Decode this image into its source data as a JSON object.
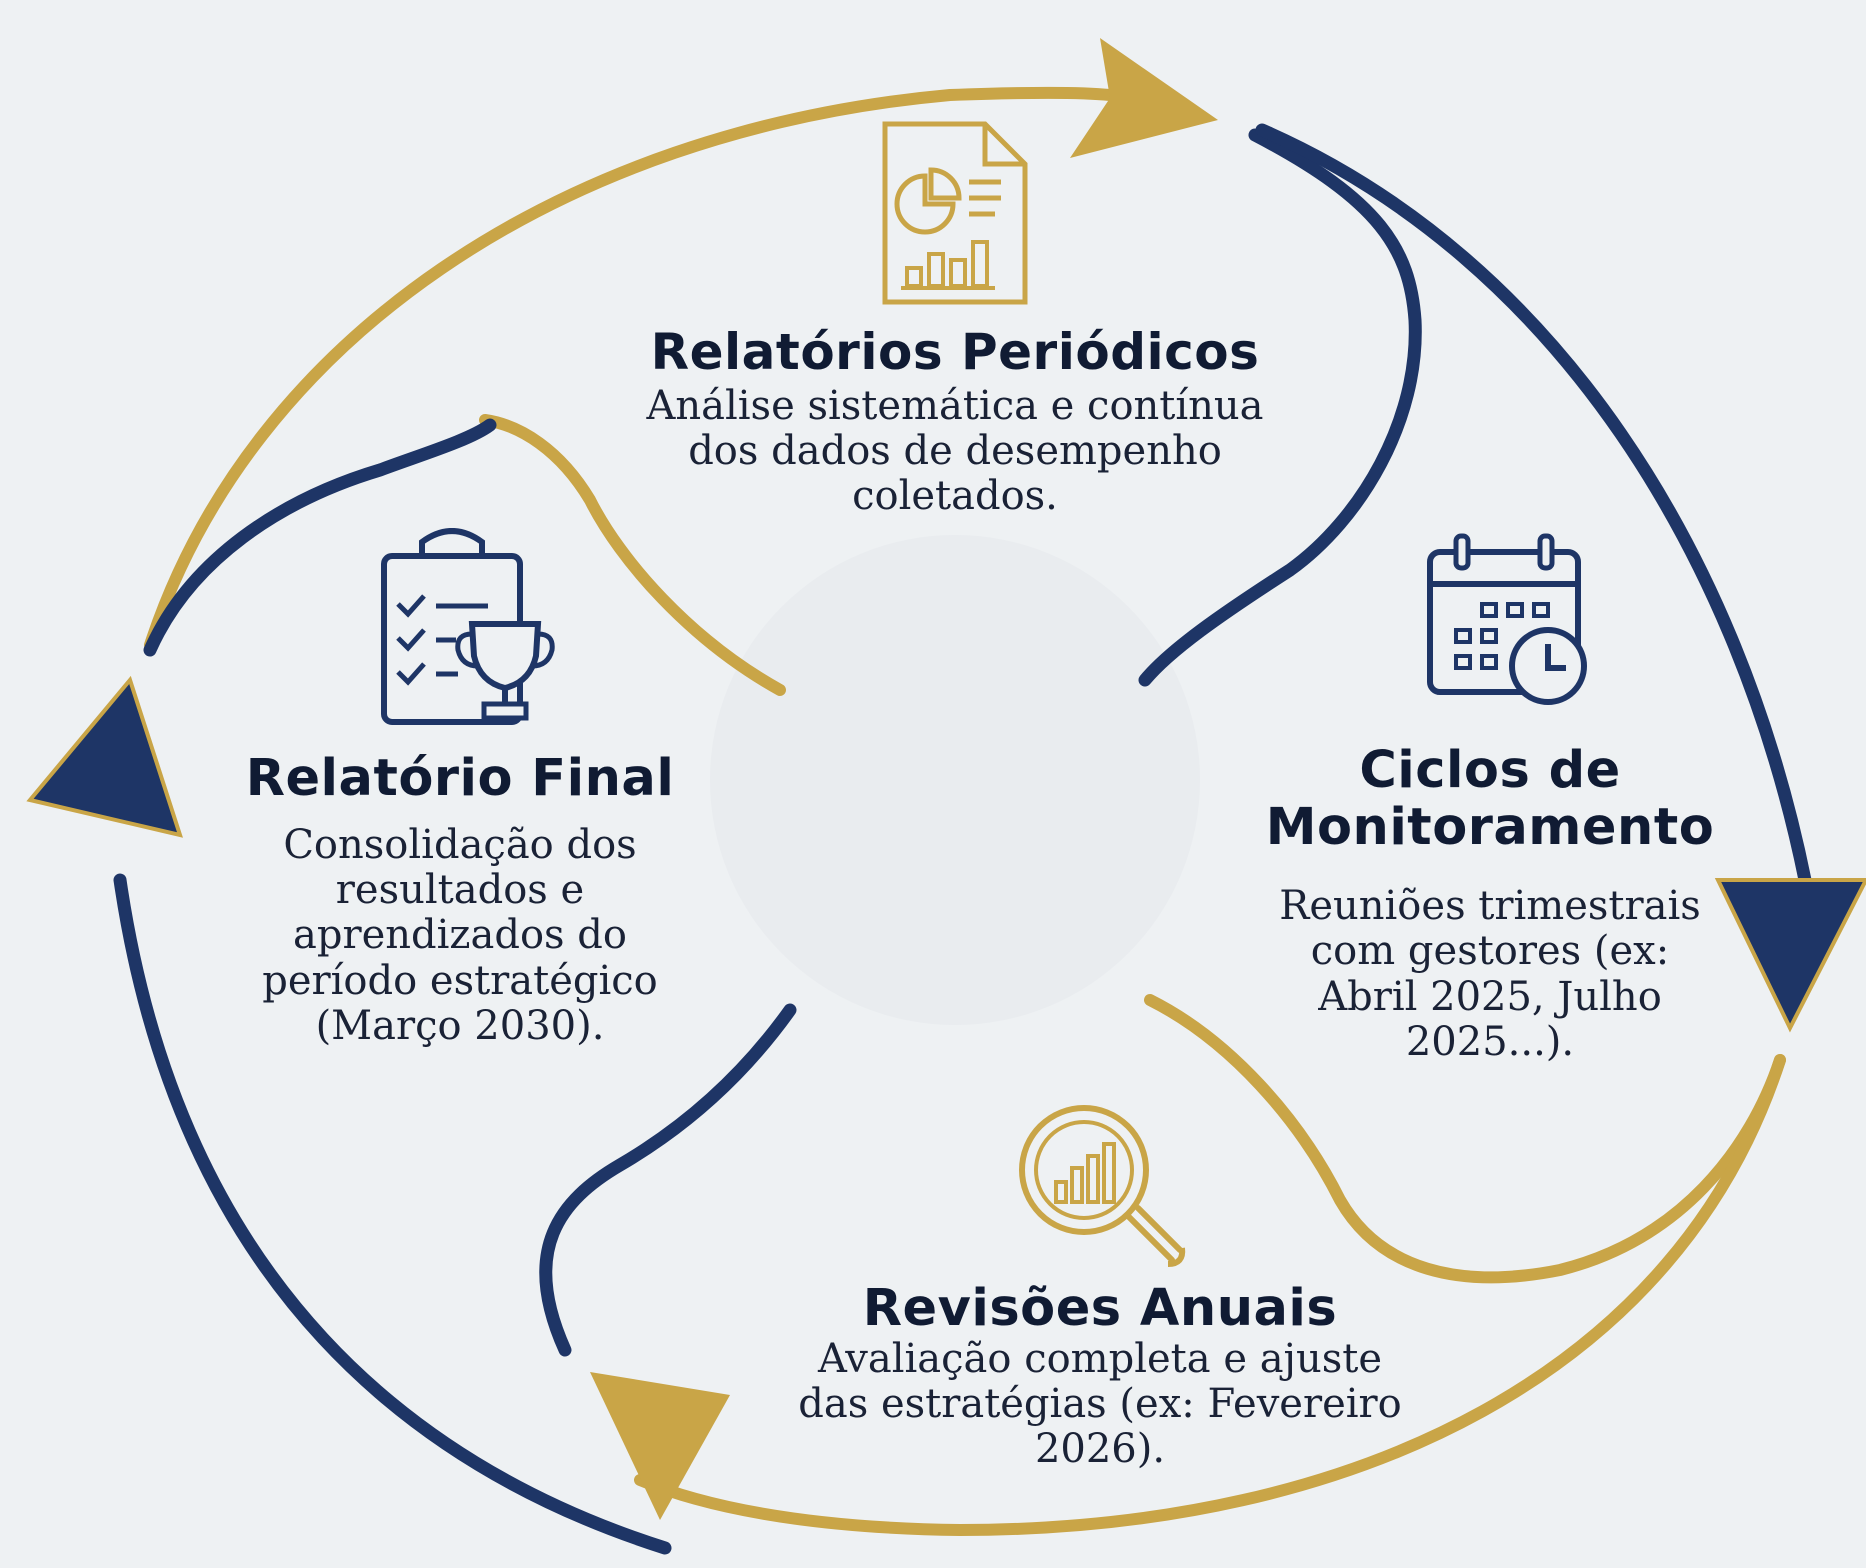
{
  "colors": {
    "gold": "#c9a547",
    "navy": "#1e3566",
    "ink": "#101b33",
    "background": "#eef1f3"
  },
  "stages": {
    "reports": {
      "icon": "report-document-icon",
      "title": "Relatórios Periódicos",
      "description": "Análise sistemática e contínua dos dados de desempenho coletados."
    },
    "monitoring": {
      "icon": "calendar-clock-icon",
      "title": "Ciclos de Monitoramento",
      "description": "Reuniões trimestrais com gestores (ex: Abril 2025, Julho 2025...)."
    },
    "annual": {
      "icon": "magnifier-chart-icon",
      "title": "Revisões Anuais",
      "description": "Avaliação completa e ajuste das estratégias (ex: Fevereiro 2026)."
    },
    "final": {
      "icon": "checklist-trophy-icon",
      "title": "Relatório Final",
      "description": "Consolidação dos resultados e aprendizados do período estratégico (Março 2030)."
    }
  }
}
